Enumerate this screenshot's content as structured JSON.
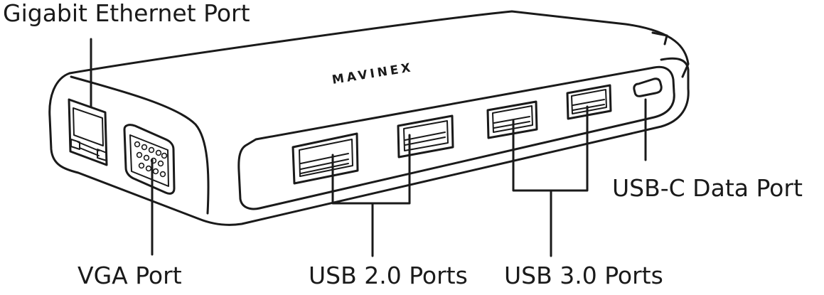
{
  "brand": "MAVINEX",
  "labels": {
    "ethernet": "Gigabit Ethernet Port",
    "vga": "VGA Port",
    "usb2": "USB 2.0 Ports",
    "usb3": "USB 3.0 Ports",
    "usbc": "USB-C Data Port"
  },
  "colors": {
    "line": "#1a1a1a",
    "background": "#ffffff"
  }
}
